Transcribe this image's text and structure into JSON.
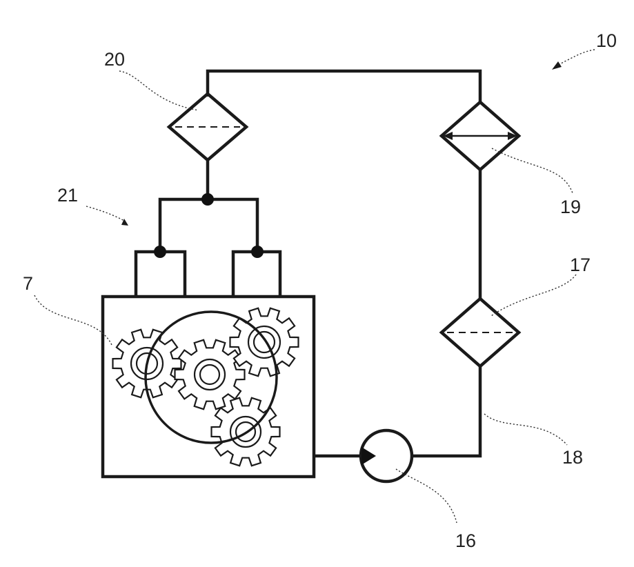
{
  "figure": {
    "labels": {
      "system": "10",
      "gearbox": "7",
      "pump": "16",
      "filter_lower": "17",
      "line": "18",
      "heat_exchanger": "19",
      "filter_upper": "20",
      "distributor": "21"
    }
  },
  "colors": {
    "line": "#1a1a1a",
    "background": "#ffffff"
  }
}
